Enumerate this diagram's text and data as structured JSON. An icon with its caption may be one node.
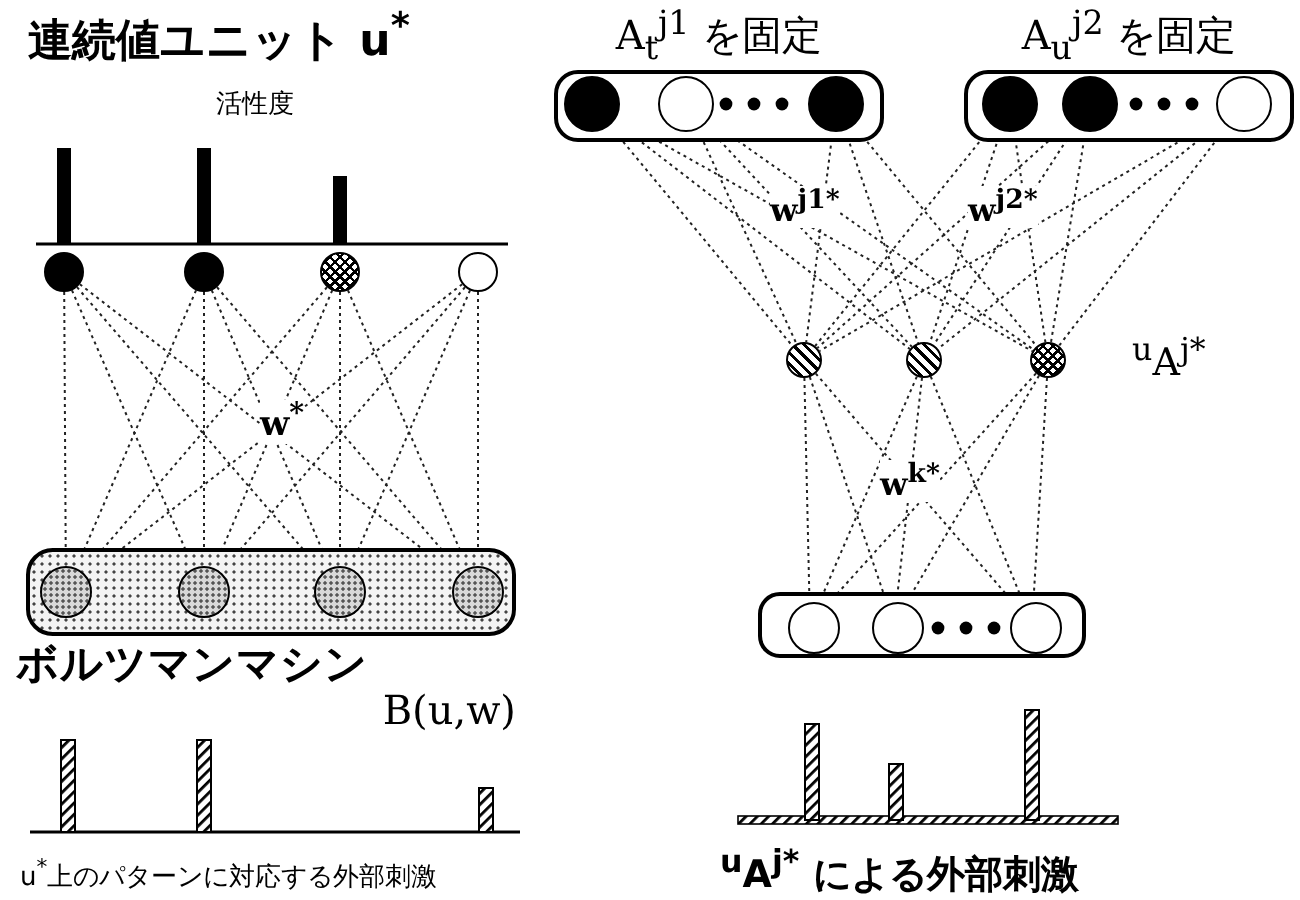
{
  "diagram": {
    "nodes": [
      {
        "text": [],
        "shape": "circle"
      },
      {
        "text": [],
        "shape": "circle"
      },
      {
        "text": [],
        "shape": "circle"
      },
      {
        "text": [],
        "shape": "circle"
      },
      {
        "text": [
          "ボルツマンマシン",
          "B(u,w)"
        ]
      },
      {
        "text": [],
        "shape": "circle",
        "in": 4
      },
      {
        "text": [],
        "shape": "circle",
        "in": 4
      },
      {
        "text": [],
        "shape": "circle",
        "in": 4
      },
      {
        "text": [],
        "shape": "circle",
        "in": 4
      },
      {
        "text": [
          "A$_{t}$$^{j1}$ を固定"
        ]
      },
      {
        "text": [],
        "shape": "circle",
        "in": 9
      },
      {
        "text": [],
        "shape": "circle",
        "in": 9
      },
      {
        "text": [],
        "shape": "circle",
        "in": 9
      },
      {
        "text": [
          "A$_{u}$$^{j2}$ を固定"
        ]
      },
      {
        "text": [],
        "shape": "circle",
        "in": 13
      },
      {
        "text": [],
        "shape": "circle",
        "in": 13
      },
      {
        "text": [],
        "shape": "circle",
        "in": 13
      },
      {
        "text": [],
        "shape": "circle"
      },
      {
        "text": [],
        "shape": "circle"
      },
      {
        "text": [],
        "shape": "circle"
      },
      {
        "text": [],
        "shape": "box"
      },
      {
        "text": [],
        "shape": "circle",
        "in": 20
      },
      {
        "text": [],
        "shape": "circle",
        "in": 20
      },
      {
        "text": [],
        "shape": "circle",
        "in": 20
      }
    ],
    "edges": [
      {
        "from": 0,
        "to": 5,
        "arrow": "none",
        "style": "dashed"
      },
      {
        "from": 0,
        "to": 6,
        "arrow": "none",
        "style": "dashed"
      },
      {
        "from": 0,
        "to": 7,
        "arrow": "none",
        "style": "dashed"
      },
      {
        "from": 0,
        "to": 8,
        "arrow": "none",
        "style": "dashed"
      },
      {
        "from": 1,
        "to": 5,
        "arrow": "none",
        "style": "dashed"
      },
      {
        "from": 1,
        "to": 6,
        "arrow": "none",
        "style": "dashed"
      },
      {
        "from": 1,
        "to": 7,
        "arrow": "none",
        "style": "dashed"
      },
      {
        "from": 1,
        "to": 8,
        "arrow": "none",
        "style": "dashed"
      },
      {
        "from": 2,
        "to": 5,
        "arrow": "none",
        "style": "dashed"
      },
      {
        "from": 2,
        "to": 6,
        "arrow": "none",
        "style": "dashed"
      },
      {
        "from": 2,
        "to": 7,
        "arrow": "none",
        "style": "dashed"
      },
      {
        "from": 2,
        "to": 8,
        "arrow": "none",
        "style": "dashed"
      },
      {
        "from": 3,
        "to": 5,
        "arrow": "none",
        "style": "dashed"
      },
      {
        "from": 3,
        "to": 6,
        "arrow": "none",
        "style": "dashed"
      },
      {
        "from": 3,
        "to": 7,
        "arrow": "none",
        "style": "dashed"
      },
      {
        "from": 3,
        "to": 8,
        "arrow": "none",
        "style": "dashed"
      },
      {
        "from": 10,
        "to": 17,
        "arrow": "none",
        "style": "dashed"
      },
      {
        "from": 10,
        "to": 18,
        "arrow": "none",
        "style": "dashed"
      },
      {
        "from": 10,
        "to": 19,
        "arrow": "none",
        "style": "dashed"
      },
      {
        "from": 11,
        "to": 17,
        "arrow": "none",
        "style": "dashed"
      },
      {
        "from": 11,
        "to": 18,
        "arrow": "none",
        "style": "dashed"
      },
      {
        "from": 11,
        "to": 19,
        "arrow": "none",
        "style": "dashed"
      },
      {
        "from": 12,
        "to": 17,
        "arrow": "none",
        "style": "dashed"
      },
      {
        "from": 12,
        "to": 18,
        "arrow": "none",
        "style": "dashed"
      },
      {
        "from": 12,
        "to": 19,
        "arrow": "none",
        "style": "dashed"
      },
      {
        "from": 14,
        "to": 17,
        "arrow": "none",
        "style": "dashed"
      },
      {
        "from": 14,
        "to": 18,
        "arrow": "none",
        "style": "dashed"
      },
      {
        "from": 14,
        "to": 19,
        "arrow": "none",
        "style": "dashed"
      },
      {
        "from": 15,
        "to": 17,
        "arrow": "none",
        "style": "dashed"
      },
      {
        "from": 15,
        "to": 18,
        "arrow": "none",
        "style": "dashed"
      },
      {
        "from": 15,
        "to": 19,
        "arrow": "none",
        "style": "dashed"
      },
      {
        "from": 16,
        "to": 17,
        "arrow": "none",
        "style": "dashed"
      },
      {
        "from": 16,
        "to": 18,
        "arrow": "none",
        "style": "dashed"
      },
      {
        "from": 16,
        "to": 19,
        "arrow": "none",
        "style": "dashed"
      },
      {
        "from": 17,
        "to": 21,
        "arrow": "none",
        "style": "dashed"
      },
      {
        "from": 17,
        "to": 22,
        "arrow": "none",
        "style": "dashed"
      },
      {
        "from": 17,
        "to": 23,
        "arrow": "none",
        "style": "dashed"
      },
      {
        "from": 18,
        "to": 21,
        "arrow": "none",
        "style": "dashed"
      },
      {
        "from": 18,
        "to": 22,
        "arrow": "none",
        "style": "dashed"
      },
      {
        "from": 18,
        "to": 23,
        "arrow": "none",
        "style": "dashed"
      },
      {
        "from": 19,
        "to": 21,
        "arrow": "none",
        "style": "dashed"
      },
      {
        "from": 19,
        "to": 22,
        "arrow": "none",
        "style": "dashed"
      },
      {
        "from": 19,
        "to": 23,
        "arrow": "none",
        "style": "dashed"
      }
    ],
    "labels": [
      "連続値ユニット u$^{*}$",
      "活性度",
      "w$^{*}$",
      "w$^{j1*}$",
      "w$^{j2*}$",
      "$^{u}$A$^{j*}$",
      "w$^{k*}$",
      "u$^{*}$上のパターンに対応する外部刺激",
      "$^{u}$A$^{j*}$ による外部刺激"
    ]
  }
}
